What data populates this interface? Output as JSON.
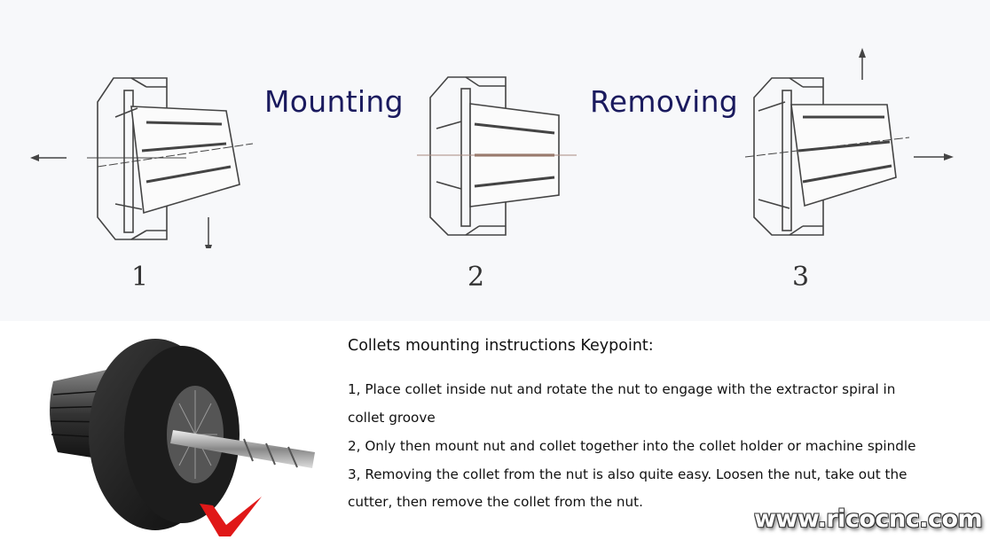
{
  "headings": {
    "mounting": "Mounting",
    "removing": "Removing"
  },
  "steps": [
    {
      "number": "1",
      "arrows": [
        "left",
        "down"
      ]
    },
    {
      "number": "2",
      "arrows": []
    },
    {
      "number": "3",
      "arrows": [
        "up",
        "right"
      ]
    }
  ],
  "instructions": {
    "title": "Collets mounting instructions Keypoint:",
    "lines": [
      "1, Place collet inside nut and rotate the nut to engage with the extractor spiral in",
      "collet groove",
      "2, Only then mount nut and collet together into the collet holder or machine spindle",
      "3, Removing the collet from the nut is also quite easy. Loosen the nut, take out the",
      "cutter, then remove the collet from the nut."
    ]
  },
  "product_image": {
    "description": "ER collet nut with collet and end mill",
    "check_mark_color": "#e01818"
  },
  "watermark": "www.ricocnc.com",
  "colors": {
    "heading": "#1a1a5e",
    "line_art": "#444444",
    "text": "#111111"
  }
}
